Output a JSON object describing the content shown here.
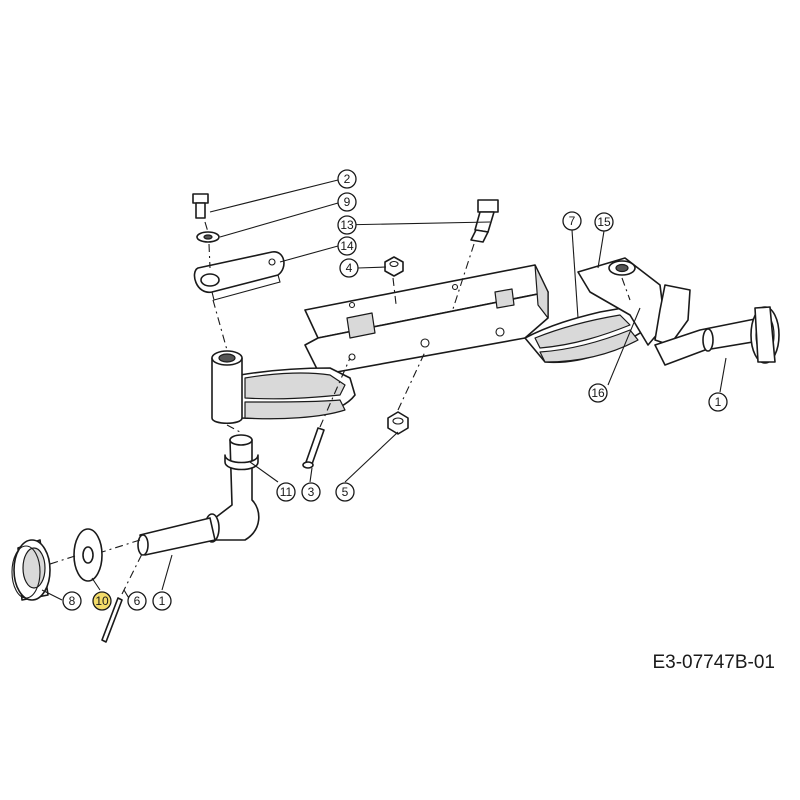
{
  "drawing": {
    "code": "E3-07747B-01"
  },
  "callouts": [
    {
      "id": "c2",
      "label": "2",
      "highlight": false
    },
    {
      "id": "c9",
      "label": "9",
      "highlight": false
    },
    {
      "id": "c13",
      "label": "13",
      "highlight": false
    },
    {
      "id": "c14",
      "label": "14",
      "highlight": false
    },
    {
      "id": "c4",
      "label": "4",
      "highlight": false
    },
    {
      "id": "c7",
      "label": "7",
      "highlight": false
    },
    {
      "id": "c15",
      "label": "15",
      "highlight": false
    },
    {
      "id": "c16",
      "label": "16",
      "highlight": false
    },
    {
      "id": "c1a",
      "label": "1",
      "highlight": false
    },
    {
      "id": "c11",
      "label": "11",
      "highlight": false
    },
    {
      "id": "c3",
      "label": "3",
      "highlight": false
    },
    {
      "id": "c5",
      "label": "5",
      "highlight": false
    },
    {
      "id": "c8",
      "label": "8",
      "highlight": false
    },
    {
      "id": "c10",
      "label": "10",
      "highlight": true
    },
    {
      "id": "c6",
      "label": "6",
      "highlight": false
    },
    {
      "id": "c1b",
      "label": "1",
      "highlight": false
    }
  ],
  "colors": {
    "highlight": "#f3dc6a",
    "line": "#1a1a1a",
    "shade": "#d9d9d9"
  }
}
